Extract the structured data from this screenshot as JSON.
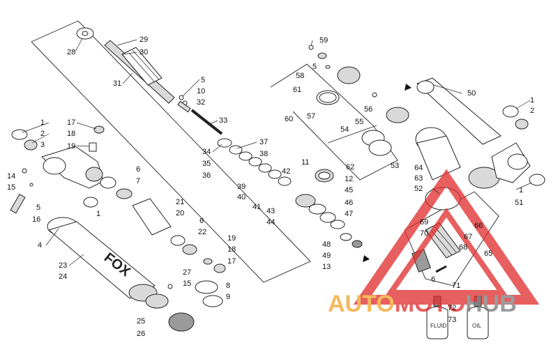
{
  "diagram": {
    "brand_on_shock": "FOX",
    "fluid_bottle_label": "FLUID",
    "oil_bottle_label": "OIL",
    "watermark": {
      "text_part1": "AUTO",
      "text_part2": "MOTO",
      "text_part3": "HUB",
      "colors": {
        "red": "#e02a2a",
        "orange": "#f2a22a",
        "grey": "#7a7a7a"
      }
    },
    "callouts": [
      {
        "id": "c28",
        "text": "28"
      },
      {
        "id": "c29",
        "text": "29"
      },
      {
        "id": "c30",
        "text": "30"
      },
      {
        "id": "c31",
        "text": "31"
      },
      {
        "id": "c5a",
        "text": "5"
      },
      {
        "id": "c10",
        "text": "10"
      },
      {
        "id": "c32",
        "text": "32"
      },
      {
        "id": "c33",
        "text": "33"
      },
      {
        "id": "c34",
        "text": "34"
      },
      {
        "id": "c35",
        "text": "35"
      },
      {
        "id": "c36",
        "text": "36"
      },
      {
        "id": "c37",
        "text": "37"
      },
      {
        "id": "c38",
        "text": "38"
      },
      {
        "id": "c39",
        "text": "39"
      },
      {
        "id": "c40",
        "text": "40"
      },
      {
        "id": "c41",
        "text": "41"
      },
      {
        "id": "c42",
        "text": "42"
      },
      {
        "id": "c43",
        "text": "43"
      },
      {
        "id": "c44",
        "text": "44"
      },
      {
        "id": "c11",
        "text": "11"
      },
      {
        "id": "c12",
        "text": "12"
      },
      {
        "id": "c45",
        "text": "45"
      },
      {
        "id": "c46",
        "text": "46"
      },
      {
        "id": "c47",
        "text": "47"
      },
      {
        "id": "c48",
        "text": "48"
      },
      {
        "id": "c49",
        "text": "49"
      },
      {
        "id": "c13",
        "text": "13"
      },
      {
        "id": "c1a",
        "text": "1"
      },
      {
        "id": "c2a",
        "text": "2"
      },
      {
        "id": "c3",
        "text": "3"
      },
      {
        "id": "c17a",
        "text": "17"
      },
      {
        "id": "c18a",
        "text": "18"
      },
      {
        "id": "c19a",
        "text": "19"
      },
      {
        "id": "c14",
        "text": "14"
      },
      {
        "id": "c15a",
        "text": "15"
      },
      {
        "id": "c5b",
        "text": "5"
      },
      {
        "id": "c16",
        "text": "16"
      },
      {
        "id": "c6a",
        "text": "6"
      },
      {
        "id": "c7",
        "text": "7"
      },
      {
        "id": "c1b",
        "text": "1"
      },
      {
        "id": "c21",
        "text": "21"
      },
      {
        "id": "c20",
        "text": "20"
      },
      {
        "id": "c6b",
        "text": "6"
      },
      {
        "id": "c22",
        "text": "22"
      },
      {
        "id": "c4",
        "text": "4"
      },
      {
        "id": "c23",
        "text": "23"
      },
      {
        "id": "c24",
        "text": "24"
      },
      {
        "id": "c19b",
        "text": "19"
      },
      {
        "id": "c18b",
        "text": "18"
      },
      {
        "id": "c17b",
        "text": "17"
      },
      {
        "id": "c27",
        "text": "27"
      },
      {
        "id": "c15b",
        "text": "15"
      },
      {
        "id": "c8",
        "text": "8"
      },
      {
        "id": "c9",
        "text": "9"
      },
      {
        "id": "c25",
        "text": "25"
      },
      {
        "id": "c26",
        "text": "26"
      },
      {
        "id": "c59",
        "text": "59"
      },
      {
        "id": "c5c",
        "text": "5"
      },
      {
        "id": "c58",
        "text": "58"
      },
      {
        "id": "c61",
        "text": "61"
      },
      {
        "id": "c57",
        "text": "57"
      },
      {
        "id": "c60",
        "text": "60"
      },
      {
        "id": "c56",
        "text": "56"
      },
      {
        "id": "c55",
        "text": "55"
      },
      {
        "id": "c54",
        "text": "54"
      },
      {
        "id": "c53",
        "text": "53"
      },
      {
        "id": "c62",
        "text": "62"
      },
      {
        "id": "c50",
        "text": "50"
      },
      {
        "id": "c1c",
        "text": "1"
      },
      {
        "id": "c2b",
        "text": "2"
      },
      {
        "id": "c64",
        "text": "64"
      },
      {
        "id": "c63",
        "text": "63"
      },
      {
        "id": "c52",
        "text": "52"
      },
      {
        "id": "c1d",
        "text": "1"
      },
      {
        "id": "c51",
        "text": "51"
      },
      {
        "id": "c69",
        "text": "69"
      },
      {
        "id": "c70",
        "text": "70"
      },
      {
        "id": "c66",
        "text": "66"
      },
      {
        "id": "c67",
        "text": "67"
      },
      {
        "id": "c68",
        "text": "68"
      },
      {
        "id": "c65",
        "text": "65"
      },
      {
        "id": "c6c",
        "text": "6"
      },
      {
        "id": "c71",
        "text": "71"
      },
      {
        "id": "c72",
        "text": "72"
      },
      {
        "id": "c73",
        "text": "73"
      }
    ]
  }
}
